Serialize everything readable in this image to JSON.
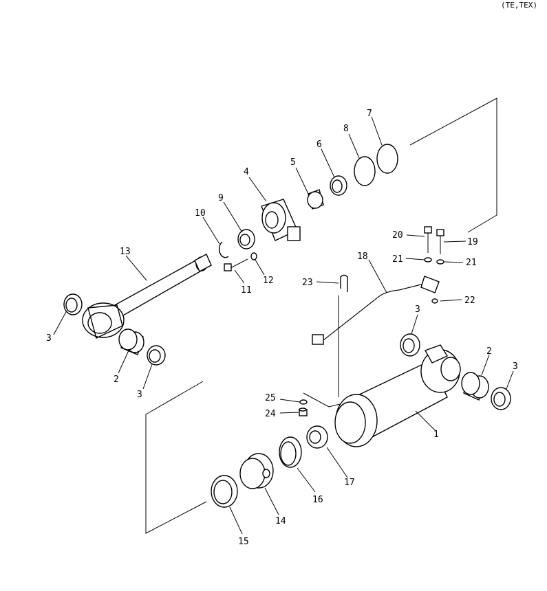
{
  "header": {
    "code": "(TE,TEX)"
  },
  "callouts": [
    {
      "id": "c1",
      "text": "1"
    },
    {
      "id": "c2a",
      "text": "2"
    },
    {
      "id": "c2b",
      "text": "2"
    },
    {
      "id": "c3a",
      "text": "3"
    },
    {
      "id": "c3b",
      "text": "3"
    },
    {
      "id": "c3c",
      "text": "3"
    },
    {
      "id": "c3d",
      "text": "3"
    },
    {
      "id": "c4",
      "text": "4"
    },
    {
      "id": "c5",
      "text": "5"
    },
    {
      "id": "c6",
      "text": "6"
    },
    {
      "id": "c7",
      "text": "7"
    },
    {
      "id": "c8",
      "text": "8"
    },
    {
      "id": "c9",
      "text": "9"
    },
    {
      "id": "c10",
      "text": "10"
    },
    {
      "id": "c11",
      "text": "11"
    },
    {
      "id": "c12",
      "text": "12"
    },
    {
      "id": "c13",
      "text": "13"
    },
    {
      "id": "c14",
      "text": "14"
    },
    {
      "id": "c15",
      "text": "15"
    },
    {
      "id": "c16",
      "text": "16"
    },
    {
      "id": "c17",
      "text": "17"
    },
    {
      "id": "c18",
      "text": "18"
    },
    {
      "id": "c19",
      "text": "19"
    },
    {
      "id": "c20",
      "text": "20"
    },
    {
      "id": "c21a",
      "text": "21"
    },
    {
      "id": "c21b",
      "text": "21"
    },
    {
      "id": "c22",
      "text": "22"
    },
    {
      "id": "c23",
      "text": "23"
    },
    {
      "id": "c24",
      "text": "24"
    },
    {
      "id": "c25",
      "text": "25"
    }
  ]
}
